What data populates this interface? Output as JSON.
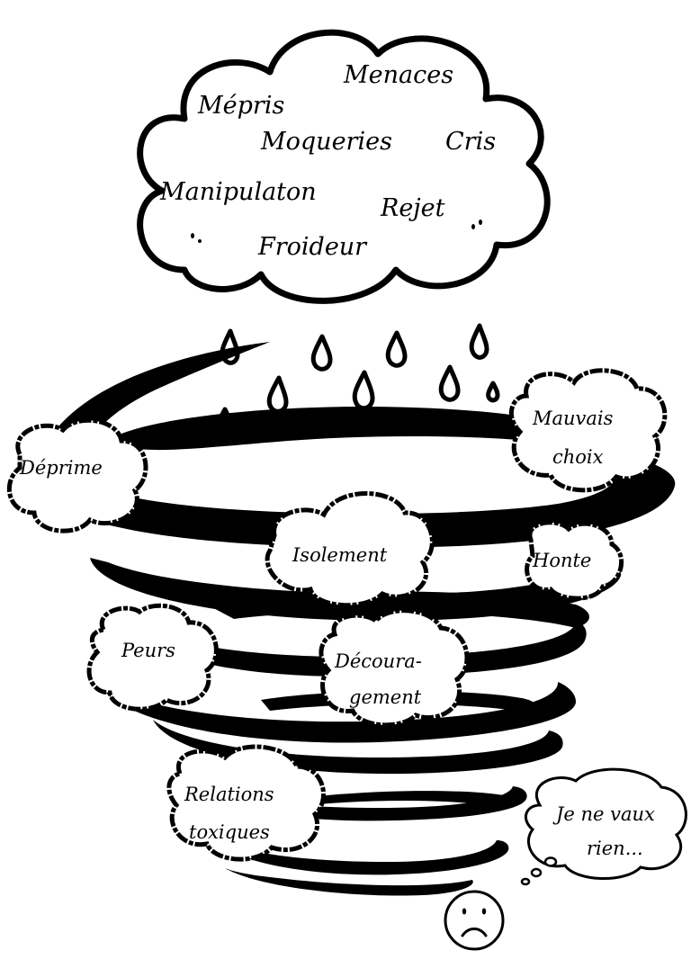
{
  "storm_words": [
    "Menaces",
    "Mépris",
    "Moqueries",
    "Cris",
    "Manipulaton",
    "Rejet",
    "Froideur"
  ],
  "spiral_labels": {
    "deprime": "Déprime",
    "mauvais_1": "Mauvais",
    "mauvais_2": "choix",
    "isolement": "Isolement",
    "honte": "Honte",
    "peurs": "Peurs",
    "decouragement_1": "Découra-",
    "decouragement_2": "gement",
    "relations_1": "Relations",
    "relations_2": "toxiques"
  },
  "thought": {
    "line1": "Je ne vaux",
    "line2": "rien..."
  },
  "face_icon": "sad-face-icon",
  "colors": {
    "ink": "#000000",
    "paper": "#ffffff"
  }
}
